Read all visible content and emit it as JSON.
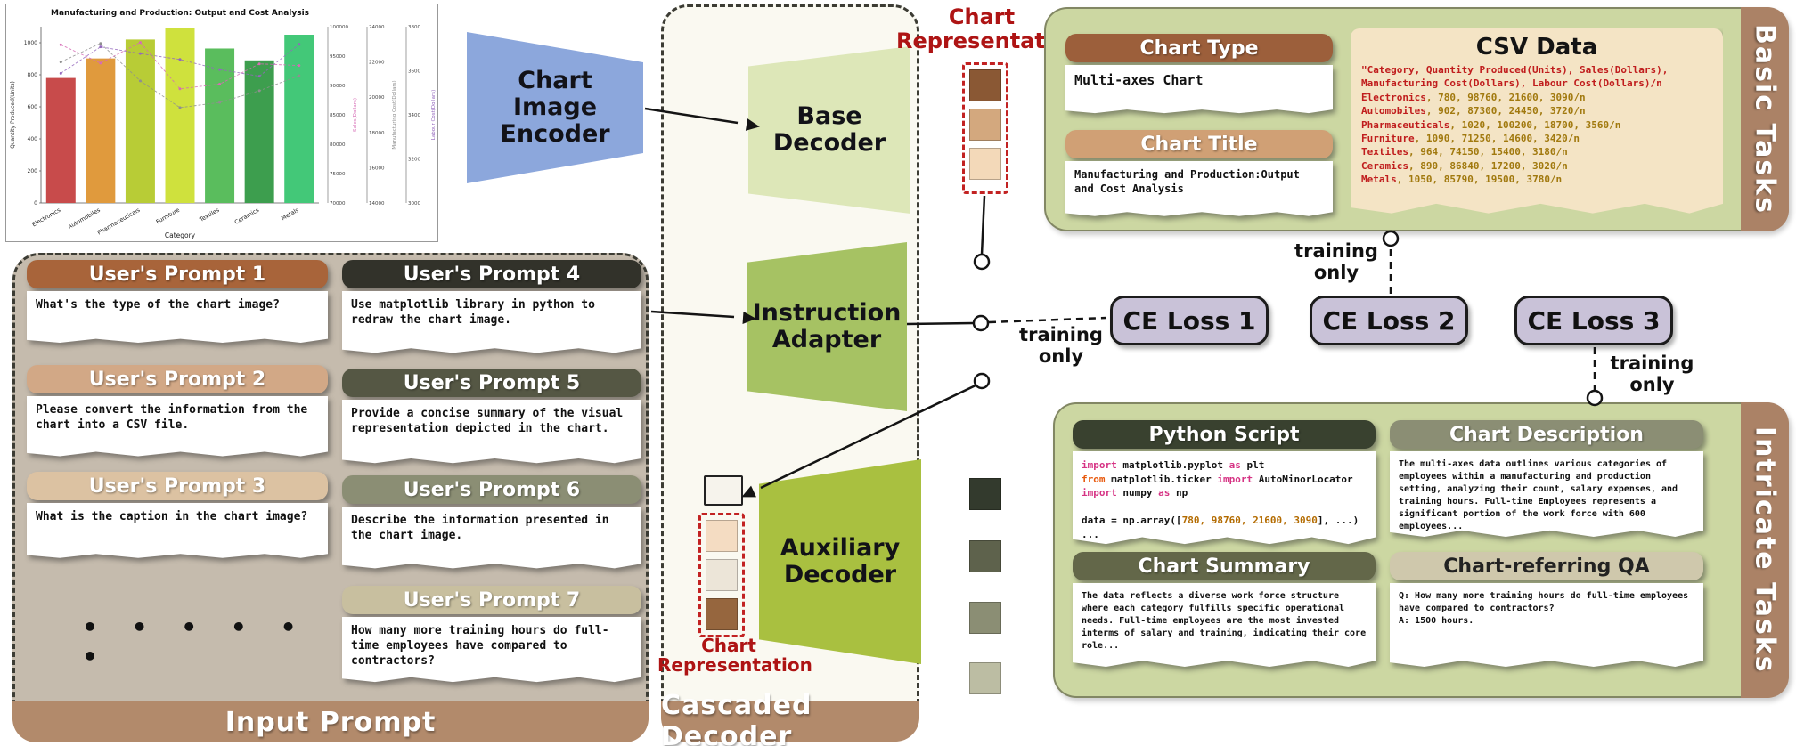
{
  "colors": {
    "accent_red": "#ae1414",
    "panel_green": "#ccd7a2",
    "band_brown": "#ab8266",
    "loss_lavender": "#c9c2d8",
    "encoder_blue": "#8ca7dc",
    "base_decoder_green": "#dde7b8",
    "adapter_green": "#a6c263",
    "auxiliary_green": "#a9c040"
  },
  "chart_figure": {
    "type": "bar",
    "title": "Manufacturing and Production: Output and Cost Analysis",
    "xlabel": "Category",
    "categories": [
      "Electronics",
      "Automobiles",
      "Pharmaceuticals",
      "Furniture",
      "Textiles",
      "Ceramics",
      "Metals"
    ],
    "series": [
      {
        "name": "Quantity Produced(Units)",
        "values": [
          780,
          902,
          1020,
          1090,
          964,
          890,
          1050
        ]
      },
      {
        "name": "Sales(Dollars)",
        "values": [
          98760,
          87300,
          100200,
          71250,
          74150,
          86840,
          85790
        ]
      },
      {
        "name": "Manufacturing Cost(Dollars)",
        "values": [
          21600,
          24450,
          18700,
          14600,
          15400,
          17200,
          19500
        ]
      },
      {
        "name": "Labour Cost(Dollars)",
        "values": [
          3090,
          3720,
          3560,
          3420,
          3180,
          3020,
          3780
        ]
      }
    ],
    "bar_colors": [
      "#c84b4b",
      "#e09a3d",
      "#b8cc36",
      "#cfe13d",
      "#5abd5d",
      "#3d9e4e",
      "#43c878"
    ],
    "left_ticks": [
      0,
      200,
      400,
      600,
      800,
      1000
    ],
    "right_axes_ticks": [
      [
        70000,
        75000,
        80000,
        85000,
        90000,
        95000,
        100000
      ],
      [
        14000,
        16000,
        18000,
        20000,
        22000,
        24000
      ],
      [
        3000,
        3200,
        3400,
        3600,
        3800
      ]
    ],
    "ylim": [
      0,
      1100
    ]
  },
  "encoder": {
    "label": "Chart Image Encoder"
  },
  "cascaded_decoder": {
    "band_label": "Cascaded Decoder",
    "base_decoder_label": "Base Decoder",
    "instruction_adapter_label": "Instruction Adapter",
    "auxiliary_decoder_label": "Auxiliary Decoder"
  },
  "chart_representation": {
    "line1": "Chart",
    "line2": "Representation"
  },
  "labels": {
    "training_only": "training only"
  },
  "losses": {
    "loss1": "CE Loss 1",
    "loss2": "CE Loss 2",
    "loss3": "CE Loss 3"
  },
  "input_prompt": {
    "band_label": "Input Prompt",
    "ellipsis": "• • • • • •",
    "prompts": [
      {
        "title": "User's Prompt 1",
        "text": "What's the type of the chart image?"
      },
      {
        "title": "User's Prompt 2",
        "text": "Please convert the information from the chart into a CSV file."
      },
      {
        "title": "User's Prompt 3",
        "text": "What is the caption in the chart image?"
      },
      {
        "title": "User's Prompt 4",
        "text": "Use matplotlib library in python to redraw the chart image."
      },
      {
        "title": "User's Prompt 5",
        "text": "Provide a concise summary of the visual representation depicted in the chart."
      },
      {
        "title": "User's Prompt 6",
        "text": "Describe the information presented in the chart image."
      },
      {
        "title": "User's Prompt 7",
        "text": "How many more training hours do full-time employees have compared to contractors?"
      }
    ]
  },
  "basic_tasks": {
    "side_label": "Basic Tasks",
    "chart_type": {
      "title": "Chart Type",
      "value": "Multi-axes Chart"
    },
    "chart_title": {
      "title": "Chart Title",
      "value": "Manufacturing and Production:Output and Cost Analysis"
    },
    "csv": {
      "title": "CSV Data",
      "lines": [
        {
          "cat": "\"Category, Quantity Produced(Units), Sales(Dollars), Manufacturing Cost(Dollars), Labour Cost(Dollars)/n",
          "vals": ""
        },
        {
          "cat": "Electronics",
          "vals": ", 780, 98760, 21600, 3090/n"
        },
        {
          "cat": "Automobiles",
          "vals": ", 902, 87300, 24450, 3720/n"
        },
        {
          "cat": "Pharmaceuticals",
          "vals": ", 1020, 100200, 18700, 3560/n"
        },
        {
          "cat": "Furniture",
          "vals": ", 1090, 71250, 14600, 3420/n"
        },
        {
          "cat": "Textiles",
          "vals": ", 964, 74150, 15400, 3180/n"
        },
        {
          "cat": "Ceramics",
          "vals": ", 890, 86840, 17200, 3020/n"
        },
        {
          "cat": "Metals",
          "vals": ", 1050, 85790, 19500, 3780/n"
        }
      ]
    }
  },
  "intricate_tasks": {
    "side_label": "Intricate Tasks",
    "python_script": {
      "title": "Python Script",
      "lines": [
        [
          [
            "kw",
            "import"
          ],
          [
            "pl",
            " matplotlib.pyplot "
          ],
          [
            "kw",
            "as"
          ],
          [
            "pl",
            " plt"
          ]
        ],
        [
          [
            "kw2",
            "from"
          ],
          [
            "pl",
            " matplotlib.ticker "
          ],
          [
            "kw",
            "import"
          ],
          [
            "pl",
            " AutoMinorLocator"
          ]
        ],
        [
          [
            "kw",
            "import"
          ],
          [
            "pl",
            " numpy "
          ],
          [
            "kw",
            "as"
          ],
          [
            "pl",
            " np"
          ]
        ],
        [],
        [
          [
            "pl",
            "data = np.array(["
          ],
          [
            "num",
            "780, 98760, 21600, 3090"
          ],
          [
            "pl",
            "], ...)"
          ]
        ],
        [
          [
            "pl",
            "..."
          ]
        ]
      ]
    },
    "chart_description": {
      "title": "Chart Description",
      "text": "The multi-axes data outlines various categories of employees within a manufacturing and production setting, analyzing their count, salary expenses, and training hours. Full-time Employees represents a significant portion of the work force with 600 employees..."
    },
    "chart_summary": {
      "title": "Chart Summary",
      "text": "The data reflects a diverse work force structure where each category fulfills specific operational needs. Full-time employees are the most invested interms of salary and training, indicating their core role..."
    },
    "chart_qa": {
      "title": "Chart-referring QA",
      "q": "Q: How many more training hours do full-time employees have compared to contractors?",
      "a": "A: 1500 hours."
    }
  }
}
